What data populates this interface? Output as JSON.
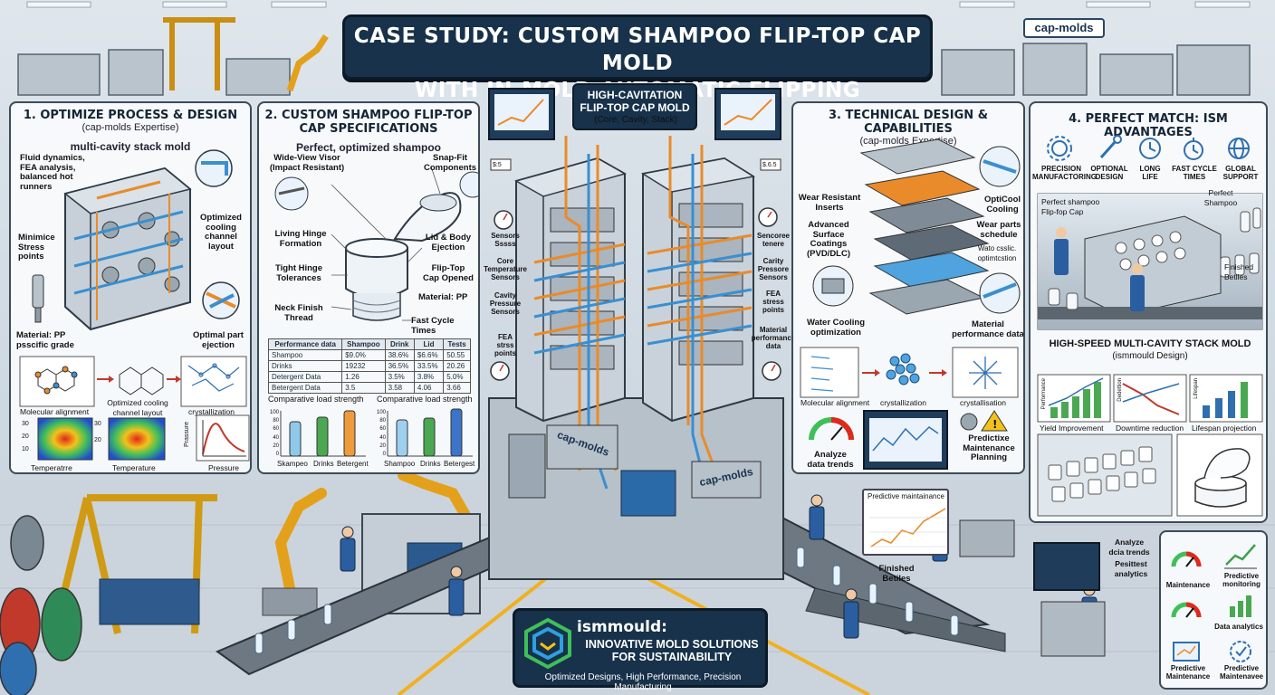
{
  "header": {
    "line1": "CASE STUDY: CUSTOM SHAMPOO FLIP-TOP CAP MOLD",
    "line2": "WITH IN-MOLD AUTOMATIC FLIPPING",
    "brand_tag": "cap-molds"
  },
  "panel1": {
    "title": "1. OPTIMIZE PROCESS & DESIGN",
    "subtitle": "(cap-molds Expertise)",
    "section": "multi-cavity stack mold",
    "labels": {
      "fluid": "Fluid dynamics,\nFEA analysis,\nbalanced hot\nrunners",
      "cooling": "Optimized\ncooling\nchannel\nlayout",
      "stress": "Minimice\nStress\npoints",
      "material": "Material: PP\npsscific grade",
      "ejection": "Optimal part\nejection",
      "molecular": "Molecular alignment",
      "cooling2": "Optimized cooling\nchannel layout",
      "cryst": "crystallization",
      "temp1": "Temperatrre",
      "temp2": "Temperature",
      "pressure": "Pressure",
      "prassure_axis": "Prassure"
    },
    "scale_ticks": [
      "30",
      "30",
      "20",
      "20",
      "10"
    ]
  },
  "panel2": {
    "title": "2. CUSTOM SHAMPOO FLIP-TOP",
    "title2": "CAP SPECIFICATIONS",
    "section": "Perfect, optimized shampoo",
    "labels": {
      "visor": "Wide-View Visor\n(Impact Resistant)",
      "snap": "Snap-Fit\nComponents",
      "hinge": "Living Hinge\nFormation",
      "lid": "Lid & Body\nEjection",
      "tight": "Tight Hinge\nTolerances",
      "flip": "Flip-Top\nCap Opened",
      "material": "Material: PP",
      "neck": "Neck Finish\nThread",
      "fast": "Fast Cycle Times"
    },
    "table": {
      "headers": [
        "Performance data",
        "Shampoo",
        "Drink",
        "Lid",
        "Tests"
      ],
      "rows": [
        [
          "Shampoo",
          "$9.0%",
          "38.6%",
          "$6.6%",
          "50.55"
        ],
        [
          "Drinks",
          "19232",
          "36.5%",
          "33.5%",
          "20.26"
        ],
        [
          "Detergent Data",
          "1.26",
          "3.5%",
          "3.8%",
          "5.0%"
        ],
        [
          "Betergent Data",
          "3.5",
          "3.58",
          "4.06",
          "3.66"
        ]
      ]
    },
    "chart_left": {
      "title": "Comparative load strength",
      "y_ticks": [
        "100",
        "80",
        "60",
        "40",
        "20",
        "0"
      ],
      "categories": [
        "Skampeo",
        "Drinks",
        "Betergent"
      ]
    },
    "chart_right": {
      "title": "Comparative load strength",
      "y_ticks": [
        "100",
        "80",
        "60",
        "40",
        "20",
        "0"
      ],
      "categories": [
        "Shampoo",
        "Drinks",
        "Betergest"
      ]
    }
  },
  "center": {
    "label_line1": "HIGH-CAVITATION",
    "label_line2": "FLIP-TOP CAP MOLD",
    "label_sub": "(Core, Cavity, Stack)",
    "left_labels": [
      "Sensors\nSssss",
      "Core\nTemperature\nSensors",
      "Cavity\nPressure\nSensors",
      "FEA\nstrss\npoints"
    ],
    "right_labels": [
      "Sencoree\ntenere",
      "Carity\nPressore\nSensors",
      "FEA\nstress\npoints",
      "Material\nperformance\ndata"
    ],
    "tag_left": "$:5",
    "tag_right": "$.6.5",
    "machine_brand": "cap-molds"
  },
  "panel3": {
    "title": "3. TECHNICAL DESIGN & CAPABILITIES",
    "subtitle": "(cap-molds Expertise)",
    "labels": {
      "wear": "Wear Resistant\nInserts",
      "surface": "Advanced\nSurface\nCoatings\n(PVD/DLC)",
      "opticool": "OptiCool\nCooling",
      "wear_parts": "Wear parts\nschedule",
      "water_opt": "Wato csslic.\noptimtcstion",
      "water": "Water Cooling\noptimization",
      "matperf": "Material\nperformance data",
      "mol": "Molecular alignment",
      "cryst": "crystallization",
      "cryst2": "crystallisation",
      "analyze": "Analyze\ndata trends",
      "predictive": "Predictixe\nMaintenance\nPlanning"
    }
  },
  "panel4": {
    "title": "4. PERFECT MATCH: ISM ADVANTAGES",
    "icons": [
      {
        "label": "PRECISION\nMANUFACTORING",
        "icon": "gear-icon"
      },
      {
        "label": "OPTIONAL\nDESIGN",
        "icon": "wrench-icon"
      },
      {
        "label": "LONG\nLIFE",
        "icon": "clock-icon"
      },
      {
        "label": "FAST CYCLE\nTIMES",
        "icon": "stopwatch-icon"
      },
      {
        "label": "GLOBAL\nSUPPORT",
        "icon": "globe-icon"
      }
    ],
    "photo_labels": {
      "cap": "Perfect shampoo\nFlip-fop Cap",
      "shampoo": "Perfect\nShampoo",
      "bottles": "Finished\nBetlles"
    },
    "stack_title": "HIGH-SPEED MULTI-CAVITY STACK MOLD",
    "stack_sub": "(ismmould Design)",
    "minis": [
      {
        "label": "Yield Improvement",
        "axis": "Performance"
      },
      {
        "label": "Downtime reduction",
        "axis": "Dedettion"
      },
      {
        "label": "Lifespan projection",
        "axis": "Lifespan"
      }
    ]
  },
  "floor": {
    "predictive_title": "Predictive maintainance",
    "finished": "Finished\nBetiles",
    "analyze": "Analyze\ndcia trends",
    "positest": "Pesittest\nanalytics",
    "right_icons": [
      {
        "label": "Maintenance",
        "icon": "gauge-icon"
      },
      {
        "label": "Predictive\nmonitoring",
        "icon": "trend-icon"
      },
      {
        "label": "",
        "icon": "gauge-icon"
      },
      {
        "label": "Data analytics",
        "icon": "bars-icon"
      },
      {
        "label": "Predictive\nMaintenance",
        "icon": "screen-icon"
      },
      {
        "label": "Predictive\nMaintenavee",
        "icon": "gear-check-icon"
      }
    ]
  },
  "ism": {
    "name": "ismmould:",
    "line1": "INNOVATIVE MOLD SOLUTIONS",
    "line2": "FOR SUSTAINABILITY",
    "tagline": "Optimized Designs, High Performance, Precision Manufacturing"
  },
  "colors": {
    "navy": "#17324a",
    "panel_border": "#3c4b58",
    "orange": "#e98b2a",
    "blue_pipe": "#3a8fd0",
    "steel": "#9aa7b2"
  }
}
